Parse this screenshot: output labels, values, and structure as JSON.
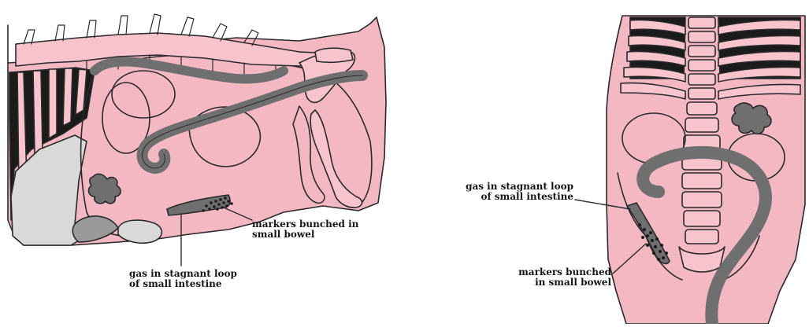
{
  "colors": {
    "tissue": "#f4b8c3",
    "outline": "#2a2a2a",
    "bowel": "#6f6f6f",
    "bone": "#f7c4cd",
    "dark": "#1b1b1b",
    "lung": "#d9d9d9",
    "background": "#ffffff"
  },
  "lateral_view": {
    "label_markers": {
      "line1": "markers bunched in",
      "line2": "small bowel"
    },
    "label_gas": {
      "line1": "gas in stagnant loop",
      "line2": "of small intestine"
    }
  },
  "ventrodorsal_view": {
    "label_gas": {
      "line1": "gas in stagnant loop",
      "line2": "of small intestine"
    },
    "label_markers": {
      "line1": "markers bunched",
      "line2": "in small bowel"
    }
  }
}
